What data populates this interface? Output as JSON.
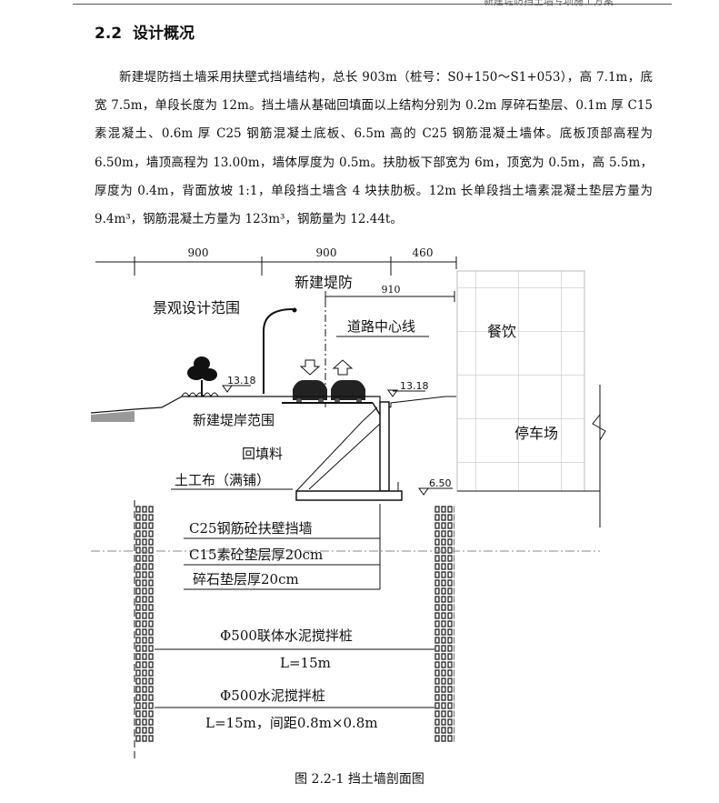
{
  "header": {
    "running_title": "新建堤防挡土墙专项施工方案"
  },
  "section": {
    "number": "2.2",
    "title": "设计概况"
  },
  "paragraph": "新建堤防挡土墙采用扶壁式挡墙结构，总长 903m（桩号：S0+150～S1+053），高 7.1m，底宽 7.5m，单段长度为 12m。挡土墙从基础回填面以上结构分别为 0.2m 厚碎石垫层、0.1m 厚 C15 素混凝土、0.6m 厚 C25 钢筋混凝土底板、6.5m 高的 C25 钢筋混凝土墙体。底板顶部高程为 6.50m，墙顶高程为 13.00m，墙体厚度为 0.5m。扶肋板下部宽为 6m，顶宽为 0.5m，高 5.5m，厚度为 0.4m，背面放坡 1:1，单段挡土墙含 4 块扶肋板。12m 长单段挡土墙素混凝土垫层方量为 9.4m³，钢筋混凝土方量为 123m³，钢筋量为 12.44t。",
  "figure": {
    "dim_900_left": "900",
    "dim_900_right": "900",
    "dim_460": "460",
    "dim_910": "910",
    "label_new_dike": "新建堤防",
    "label_landscape": "景观设计范围",
    "label_road_center": "道路中心线",
    "label_dining": "餐饮",
    "label_parking": "停车场",
    "label_dike_bank": "新建堤岸范围",
    "label_backfill": "回填料",
    "label_geotextile": "土工布（满铺）",
    "elev_left": "13.18",
    "elev_right": "13.18",
    "elev_base": "6.50",
    "layer_wall": "C25钢筋砼扶壁挡墙",
    "layer_c15": "C15素砼垫层厚20cm",
    "layer_gravel": "碎石垫层厚20cm",
    "pile1_title": "Φ500联体水泥搅拌桩",
    "pile1_len": "L=15m",
    "pile2_title": "Φ500水泥搅拌桩",
    "pile2_len": "L=15m，间距0.8m×0.8m"
  },
  "caption": "图 2.2-1 挡土墙剖面图"
}
